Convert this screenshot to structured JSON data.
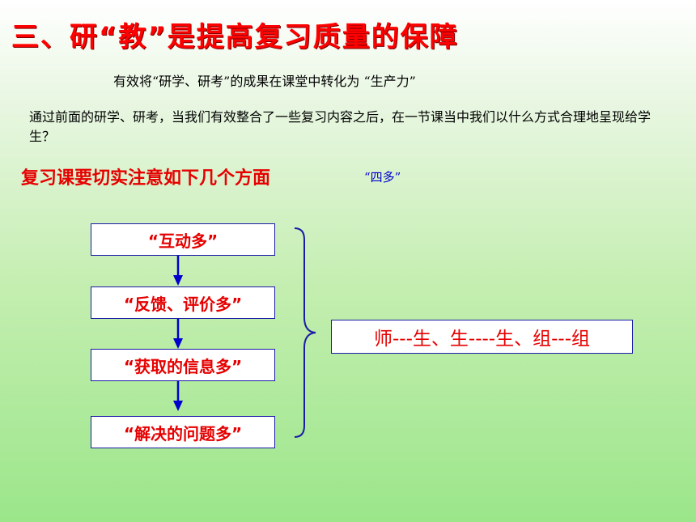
{
  "title": "三、研“教”是提高复习质量的保障",
  "subtitle": "有效将“研学、研考”的成果在课堂中转化为 “生产力”",
  "paragraph": "通过前面的研学、研考，当我们有效整合了一些复习内容之后，在一节课当中我们以什么方式合理地呈现给学生？",
  "heading": "复习课要切实注意如下几个方面",
  "heading_note": "“四多”",
  "flow": {
    "items": [
      "“互动多”",
      "“反馈、评价多”",
      "“获取的信息多”",
      "“解决的问题多”"
    ],
    "result": "师---生、生----生、组---组"
  },
  "colors": {
    "title": "#ff0000",
    "accent_text": "#e60000",
    "box_border": "#1a1aa8",
    "arrow": "#0000cc",
    "note": "#0000cc"
  }
}
